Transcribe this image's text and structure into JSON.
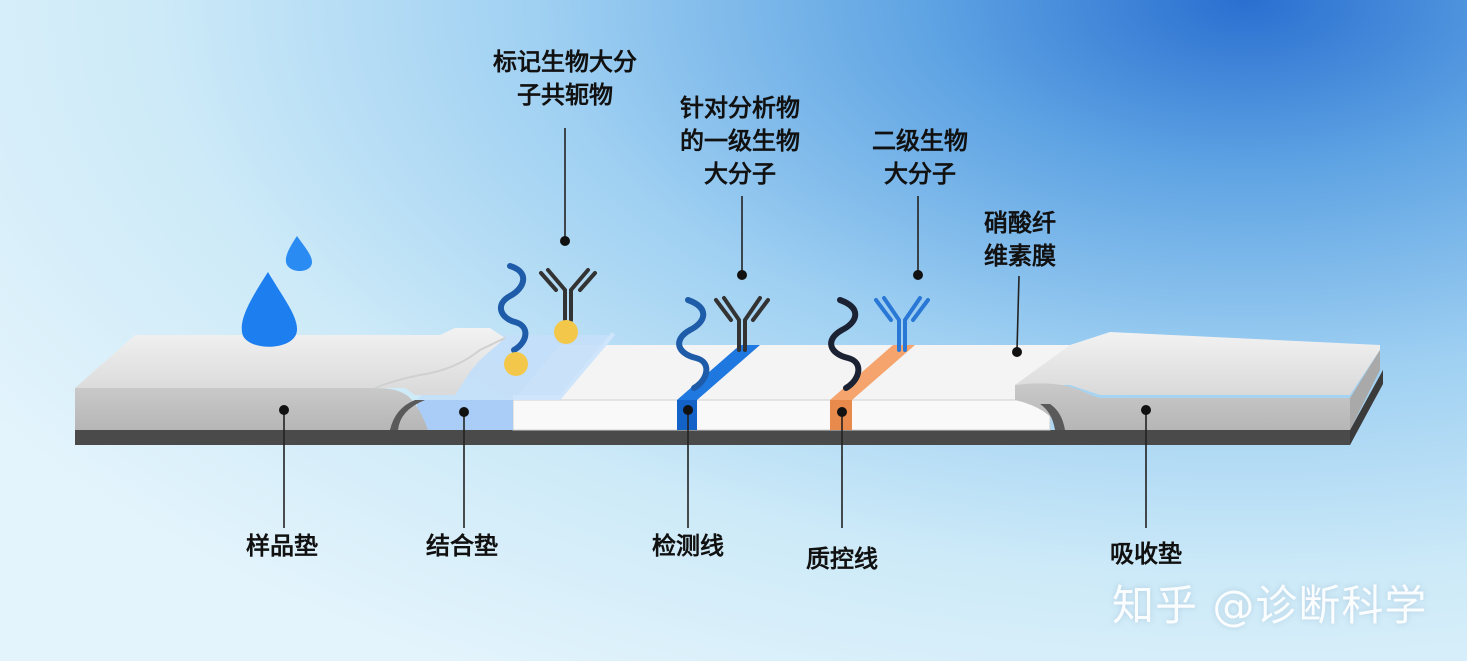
{
  "labels": {
    "sample_pad": "样品垫",
    "conjugate_pad": "结合垫",
    "test_line": "检测线",
    "control_line": "质控线",
    "absorbent_pad": "吸收垫",
    "labeled_conjugate": "标记生物大分\n子共轭物",
    "primary_biomolecule": "针对分析物\n的一级生物\n大分子",
    "secondary_biomolecule": "二级生物\n大分子",
    "nc_membrane": "硝酸纤\n维素膜"
  },
  "watermark": "知乎 @诊断科学",
  "colors": {
    "test_line": "#1f78e0",
    "control_line": "#f0955a",
    "conjugate_pad": "#a9cdf6",
    "droplet": "#1d7ef0",
    "gold": "#f3c84a"
  },
  "icons": [
    "water-drop-icon",
    "antibody-icon",
    "nucleic-acid-strand-icon",
    "gold-nanoparticle-icon"
  ]
}
